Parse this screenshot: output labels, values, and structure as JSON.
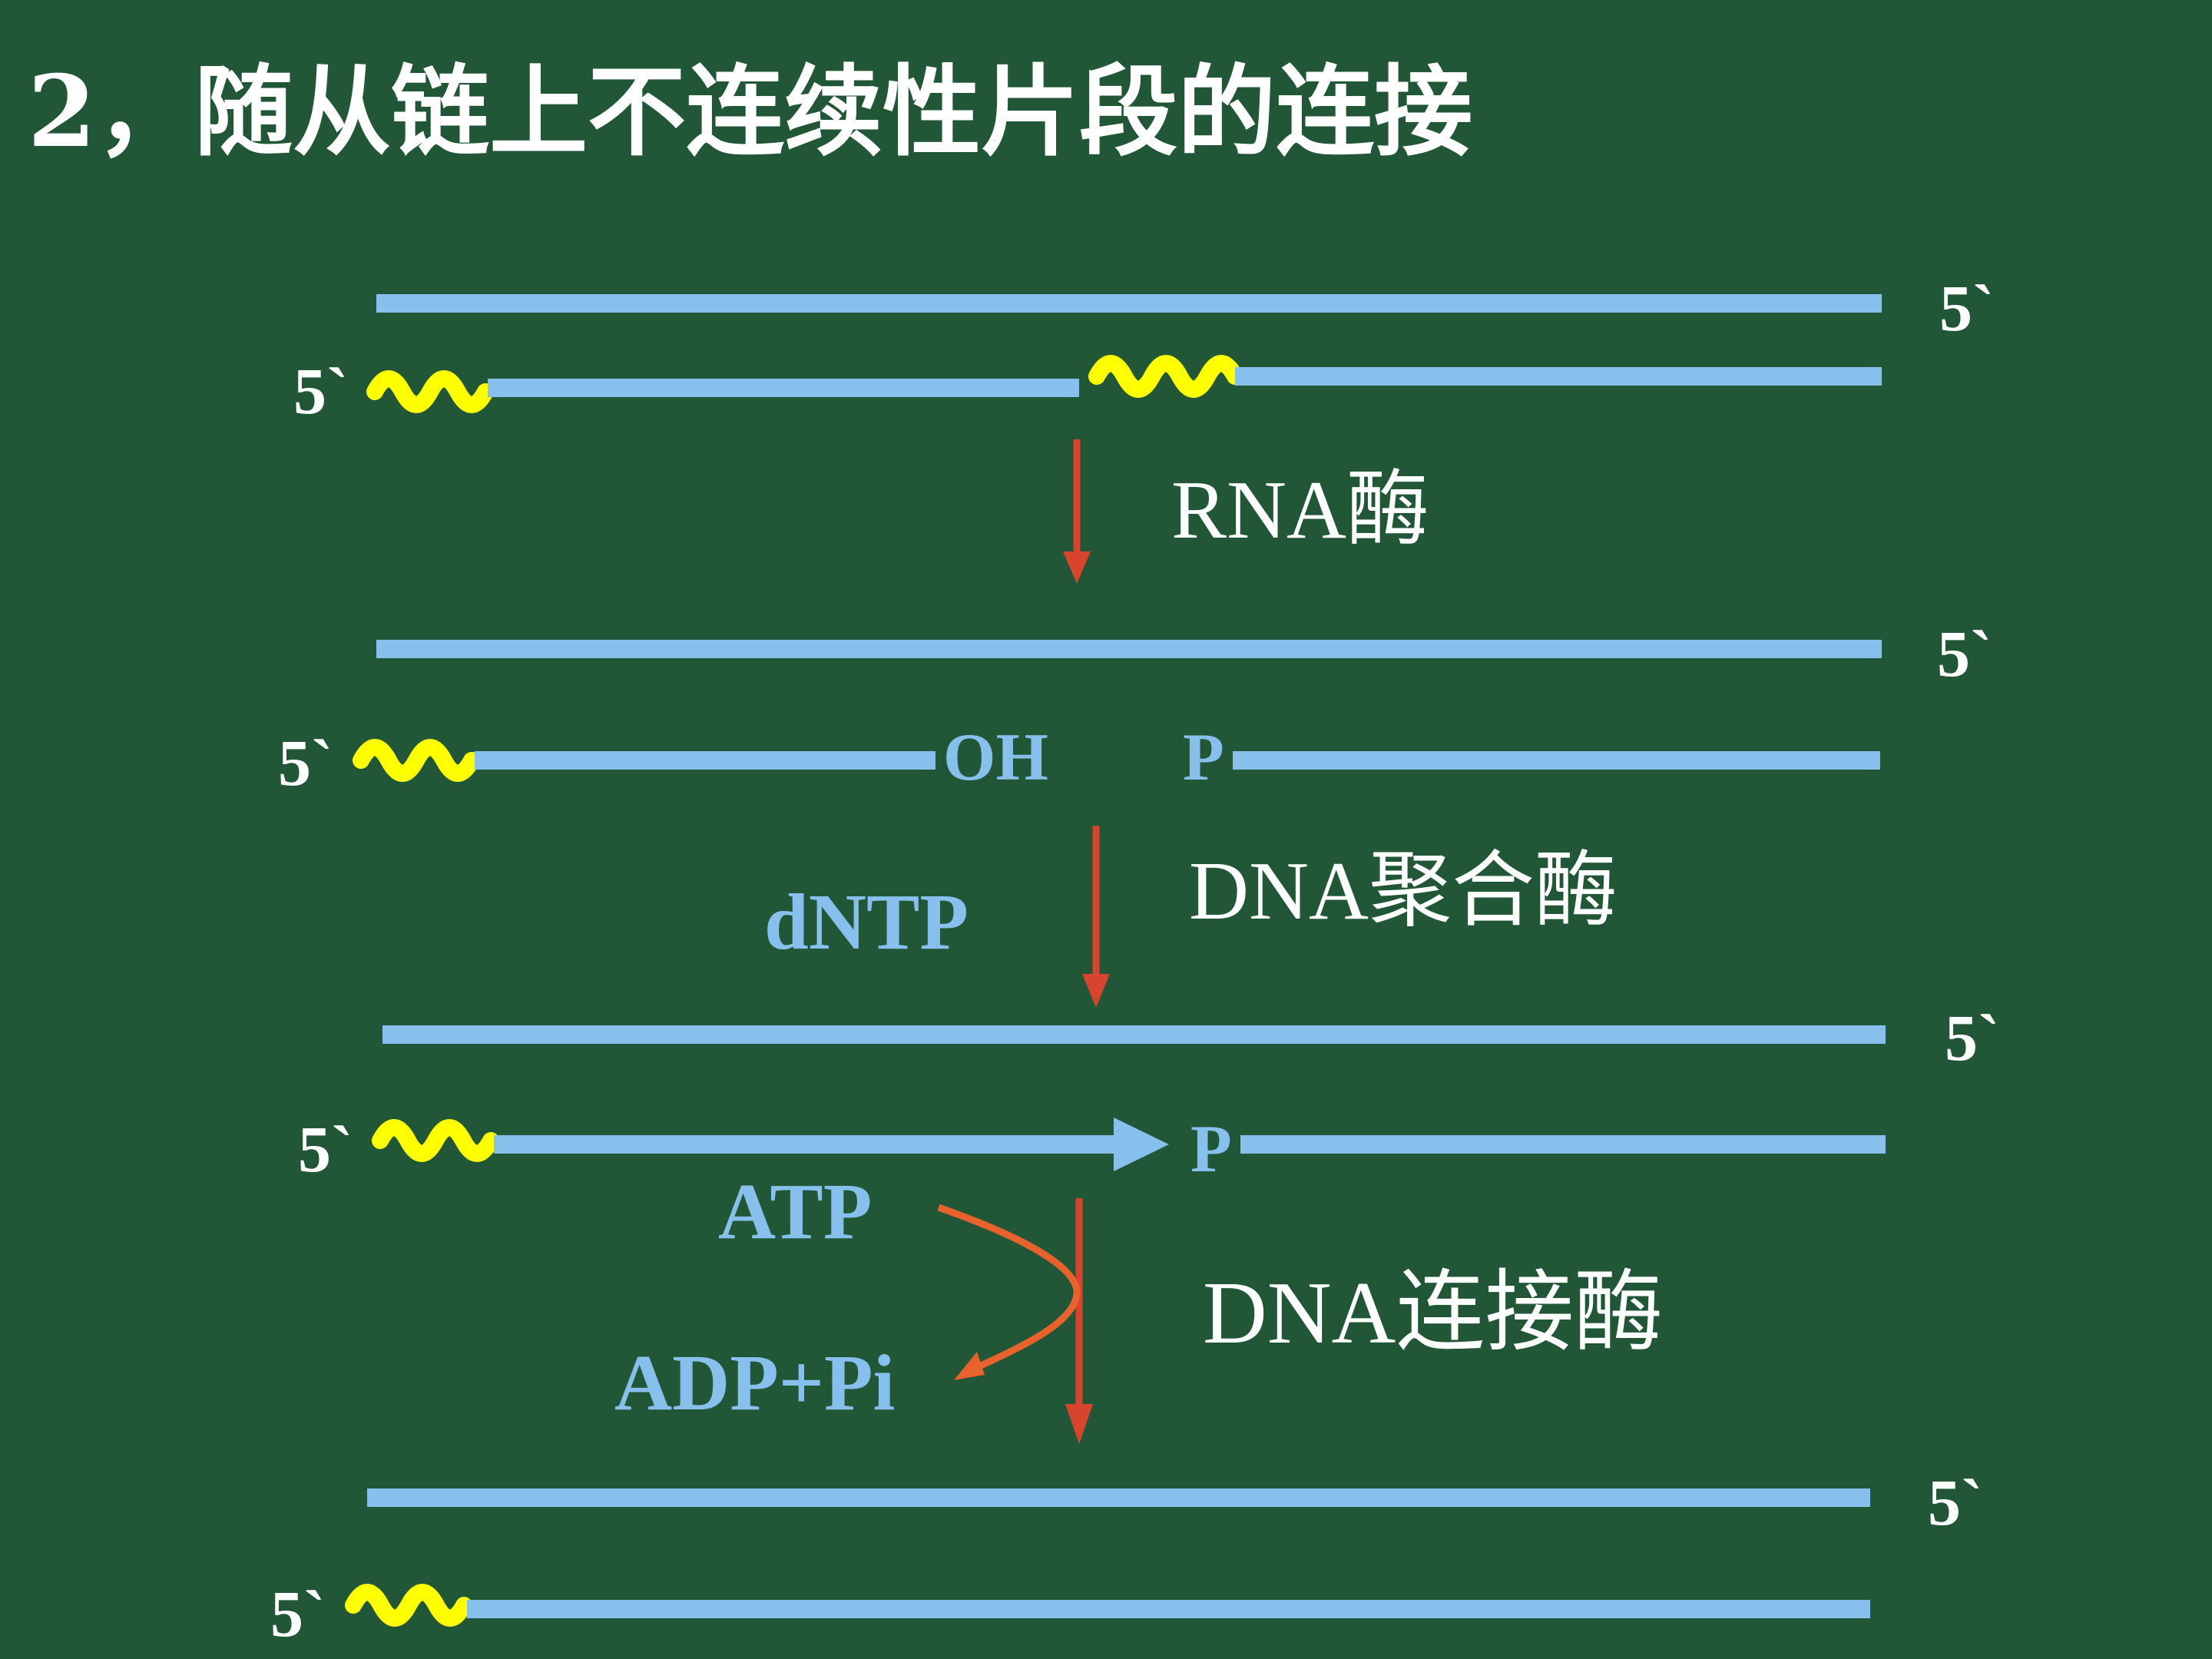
{
  "title": "2，随从链上不连续性片段的连接",
  "end_label": "5`",
  "labels": {
    "oh": "OH",
    "p": "P",
    "dntp": "dNTP",
    "atp": "ATP",
    "adp_pi": "ADP+Pi"
  },
  "enzymes": {
    "rna_enzyme": "RNA酶",
    "dna_polymerase": "DNA聚合酶",
    "dna_ligase": "DNA连接酶"
  },
  "colors": {
    "background": "#215737",
    "strand": "#87c0ec",
    "primer": "#ffff00",
    "arrow": "#d9442f",
    "atp_arrow": "#e8622d",
    "text": "#ffffff"
  }
}
